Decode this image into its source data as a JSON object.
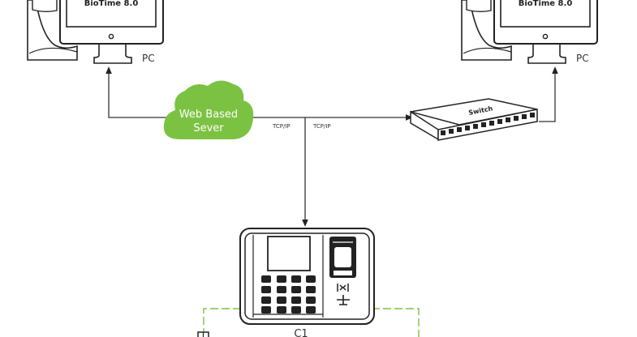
{
  "diagram": {
    "title": "BioTime network topology",
    "nodes": {
      "pc_left": {
        "label": "PC",
        "screen_text": "BioTime 8.0"
      },
      "pc_right": {
        "label": "PC",
        "screen_text": "BioTime 8.0"
      },
      "cloud": {
        "line1": "Web Based",
        "line2": "Sever",
        "color": "#7cc242"
      },
      "switch": {
        "label": "Switch"
      },
      "device": {
        "label": "C1"
      }
    },
    "links": [
      {
        "from": "cloud",
        "to": "pc_left",
        "style": "solid"
      },
      {
        "from": "cloud",
        "to": "switch",
        "protocol": "TCP/IP",
        "style": "solid"
      },
      {
        "from": "switch",
        "to": "pc_right",
        "style": "solid"
      },
      {
        "from": "cloud",
        "to": "device",
        "protocol": "TCP/IP",
        "style": "solid"
      },
      {
        "from": "device",
        "to": "accessory",
        "style": "dashed",
        "color": "#7cc242"
      }
    ],
    "colors": {
      "line": "#333333",
      "dashed": "#7cc242",
      "cloud": "#7cc242"
    }
  }
}
